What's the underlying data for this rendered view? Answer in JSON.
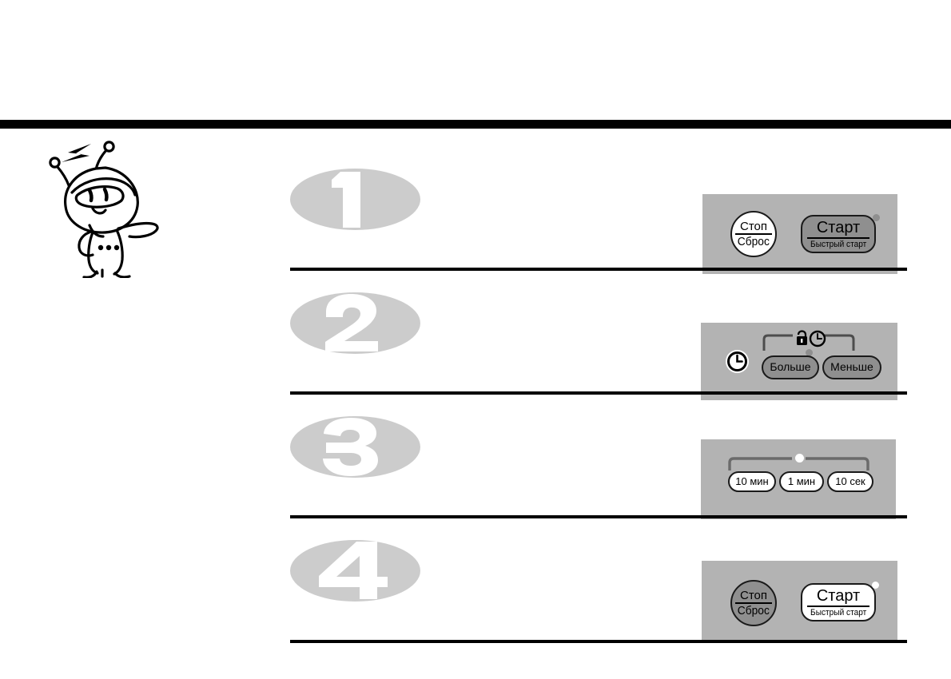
{
  "page": {
    "background_color": "#ffffff",
    "rule_color": "#000000",
    "panel_color": "#b3b3b3",
    "oval_color": "#cccccc",
    "button_gray": "#8f8f8f",
    "button_white": "#ffffff"
  },
  "mascot": {
    "name": "robot-mascot",
    "description": "cartoon robot character with antennae and lightning bolt"
  },
  "steps": [
    {
      "number": "1",
      "panel_name": "control-panel-step-1",
      "controls": [
        {
          "kind": "circle-button",
          "name": "stop-reset-button",
          "main": "Стоп",
          "sub": "Сброс",
          "fill": "white"
        },
        {
          "kind": "start-button",
          "name": "start-quickstart-button",
          "main": "Старт",
          "sub": "Быстрый старт",
          "fill": "gray"
        }
      ],
      "led": {
        "name": "start-led-indicator",
        "fill": "gray"
      }
    },
    {
      "number": "2",
      "panel_name": "control-panel-step-2",
      "icons": [
        {
          "name": "clock-icon",
          "glyph": "clock"
        },
        {
          "name": "lock-icon",
          "glyph": "lock"
        },
        {
          "name": "clock-small-icon",
          "glyph": "clock"
        }
      ],
      "controls": [
        {
          "kind": "pill-button",
          "name": "more-button",
          "main": "Больше",
          "fill": "gray"
        },
        {
          "kind": "pill-button",
          "name": "less-button",
          "main": "Меньше",
          "fill": "gray"
        }
      ],
      "led": {
        "name": "bracket-led-indicator",
        "fill": "gray"
      }
    },
    {
      "number": "3",
      "panel_name": "control-panel-step-3",
      "controls": [
        {
          "kind": "pill-button",
          "name": "ten-minutes-button",
          "main": "10 мин",
          "fill": "white"
        },
        {
          "kind": "pill-button",
          "name": "one-minute-button",
          "main": "1 мин",
          "fill": "white"
        },
        {
          "kind": "pill-button",
          "name": "ten-seconds-button",
          "main": "10 сек",
          "fill": "white"
        }
      ],
      "led": {
        "name": "bracket-led-indicator",
        "fill": "white"
      }
    },
    {
      "number": "4",
      "panel_name": "control-panel-step-4",
      "controls": [
        {
          "kind": "circle-button",
          "name": "stop-reset-button",
          "main": "Стоп",
          "sub": "Сброс",
          "fill": "gray"
        },
        {
          "kind": "start-button",
          "name": "start-quickstart-button",
          "main": "Старт",
          "sub": "Быстрый старт",
          "fill": "white"
        }
      ],
      "led": {
        "name": "start-led-indicator",
        "fill": "white"
      }
    }
  ]
}
